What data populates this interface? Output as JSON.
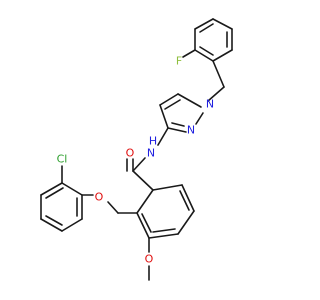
{
  "molecule": {
    "atoms": {
      "F": {
        "label": "F",
        "color": "#8fbf3f"
      },
      "N1": {
        "label": "N",
        "color": "#2020e0"
      },
      "N2": {
        "label": "N",
        "color": "#2020e0"
      },
      "NH": {
        "label": "NH",
        "h_label": "H",
        "n_label": "N",
        "color": "#2020e0"
      },
      "O_carbonyl": {
        "label": "O",
        "color": "#e01010"
      },
      "Cl": {
        "label": "Cl",
        "color": "#2fa02f"
      },
      "O_ether": {
        "label": "O",
        "color": "#e01010"
      },
      "O_methoxy": {
        "label": "O",
        "color": "#e01010"
      }
    },
    "bond_color": "#1a1a1a"
  }
}
